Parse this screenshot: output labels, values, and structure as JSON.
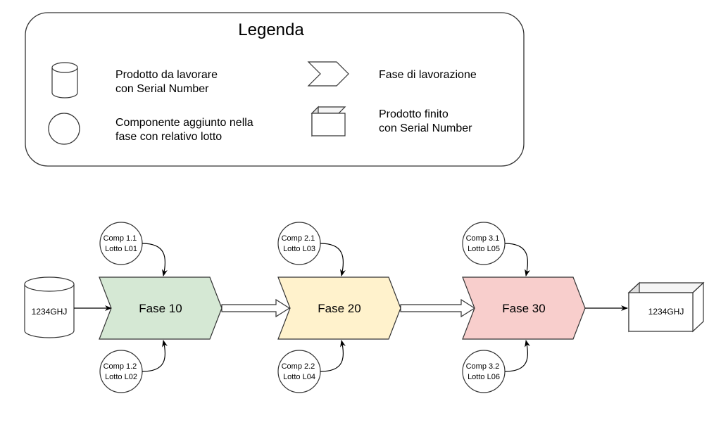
{
  "legend": {
    "title": "Legenda",
    "items": {
      "product_in": {
        "line1": "Prodotto da lavorare",
        "line2": "con Serial Number"
      },
      "component": {
        "line1": "Componente aggiunto nella",
        "line2": "fase con relativo lotto"
      },
      "phase": {
        "line1": "Fase di lavorazione"
      },
      "product_out": {
        "line1": "Prodotto finito",
        "line2": "con Serial Number"
      }
    }
  },
  "flow": {
    "input_serial": "1234GHJ",
    "output_serial": "1234GHJ",
    "phases": [
      {
        "label": "Fase 10",
        "color": "#d5e8d4",
        "top": {
          "line1": "Comp 1.1",
          "line2": "Lotto L01"
        },
        "bottom": {
          "line1": "Comp 1.2",
          "line2": "Lotto L02"
        }
      },
      {
        "label": "Fase 20",
        "color": "#fff2cc",
        "top": {
          "line1": "Comp 2.1",
          "line2": "Lotto L03"
        },
        "bottom": {
          "line1": "Comp 2.2",
          "line2": "Lotto L04"
        }
      },
      {
        "label": "Fase 30",
        "color": "#f8cecc",
        "top": {
          "line1": "Comp 3.1",
          "line2": "Lotto L05"
        },
        "bottom": {
          "line1": "Comp 3.2",
          "line2": "Lotto L06"
        }
      }
    ]
  }
}
